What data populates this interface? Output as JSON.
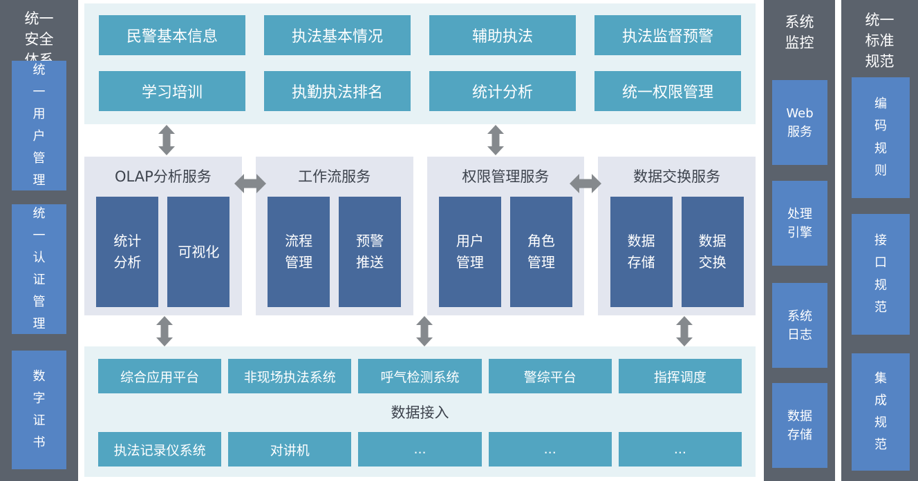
{
  "security_sidebar": {
    "title": "统一\n安全\n体系",
    "items": [
      "统\n一\n用\n户\n管\n理",
      "统\n一\n认\n证\n管\n理",
      "数\n字\n证\n书"
    ]
  },
  "top_panel": {
    "buttons": [
      "民警基本信息",
      "执法基本情况",
      "辅助执法",
      "执法监督预警",
      "学习培训",
      "执勤执法排名",
      "统计分析",
      "统一权限管理"
    ]
  },
  "services": [
    {
      "title": "OLAP分析服务",
      "items": [
        "统计\n分析",
        "可视化"
      ]
    },
    {
      "title": "工作流服务",
      "items": [
        "流程\n管理",
        "预警\n推送"
      ]
    },
    {
      "title": "权限管理服务",
      "items": [
        "用户\n管理",
        "角色\n管理"
      ]
    },
    {
      "title": "数据交换服务",
      "items": [
        "数据\n存储",
        "数据\n交换"
      ]
    }
  ],
  "bottom_panel": {
    "row1": [
      "综合应用平台",
      "非现场执法系统",
      "呼气检测系统",
      "警综平台",
      "指挥调度"
    ],
    "label": "数据接入",
    "row2": [
      "执法记录仪系统",
      "对讲机",
      "...",
      "...",
      "..."
    ]
  },
  "monitor_sidebar": {
    "title": "系统\n监控",
    "items": [
      "Web\n服务",
      "处理\n引擎",
      "系统\n日志",
      "数据\n存储"
    ]
  },
  "standards_sidebar": {
    "title": "统一\n标准\n规范",
    "items": [
      "编\n码\n规\n则",
      "接\n口\n规\n范",
      "集\n成\n规\n范"
    ]
  },
  "colors": {
    "pillar_bg": "#5b626c",
    "pillar_item_blue": "#5584c4",
    "panel_teal_bg": "#e7f2f5",
    "teal_button": "#52a5c1",
    "service_group_bg": "#e3e6ef",
    "service_item_blue": "#47699b",
    "arrow_gray": "#85898d",
    "dark_title_text": "#3d434d"
  }
}
